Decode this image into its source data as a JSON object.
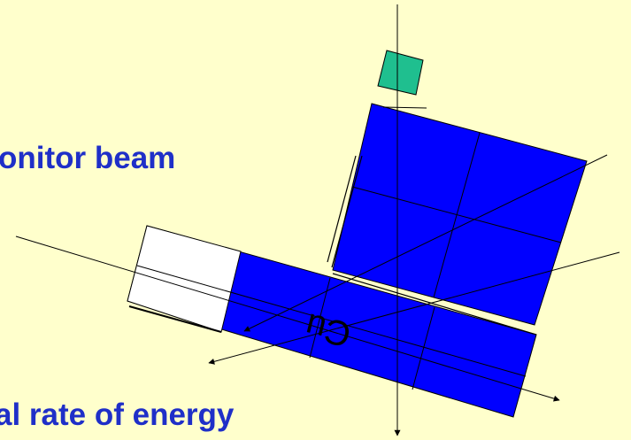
{
  "slide": {
    "line1": "onitor beam",
    "line2": "al rate of energy"
  },
  "diagram": {
    "block_label": "Cu",
    "colors": {
      "background": "#FFFFCC",
      "text": "#1F2FC8",
      "block_fill": "#0000FF",
      "white_block": "#FFFFFF",
      "small_square": "#1FBF8F",
      "lines": "#000000"
    }
  }
}
